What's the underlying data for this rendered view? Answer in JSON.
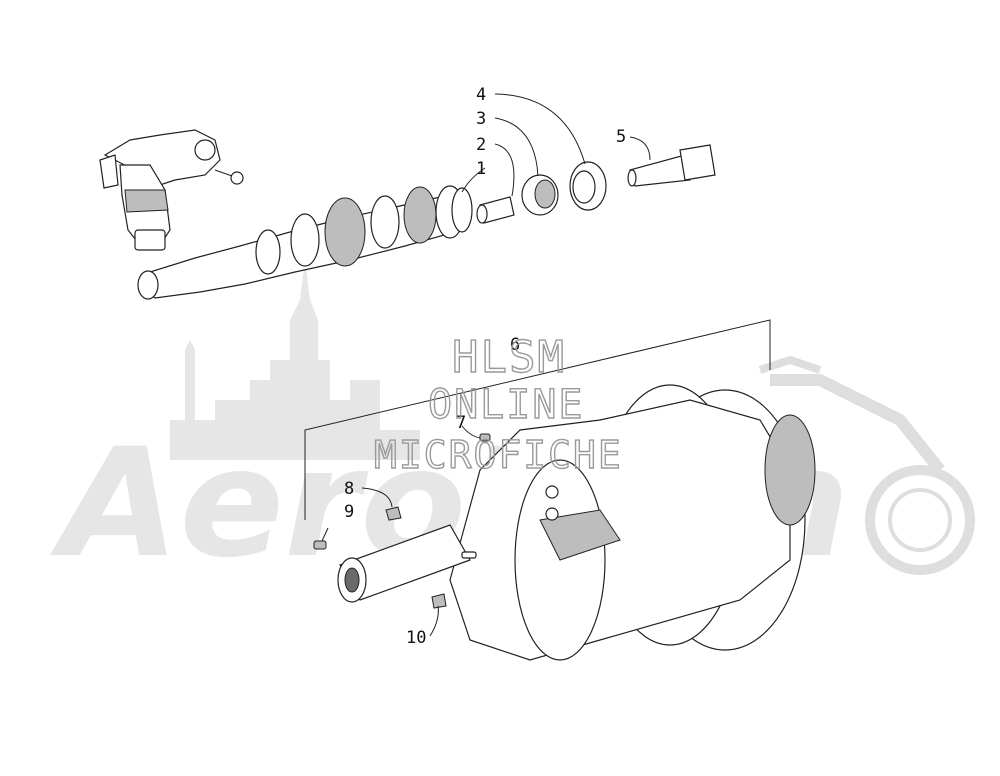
{
  "callouts": [
    {
      "id": "c1",
      "label": "1"
    },
    {
      "id": "c2",
      "label": "2"
    },
    {
      "id": "c3",
      "label": "3"
    },
    {
      "id": "c4",
      "label": "4"
    },
    {
      "id": "c5",
      "label": "5"
    },
    {
      "id": "c6",
      "label": "6"
    },
    {
      "id": "c7",
      "label": "7"
    },
    {
      "id": "c8",
      "label": "8"
    },
    {
      "id": "c9",
      "label": "9"
    },
    {
      "id": "c10",
      "label": "10"
    }
  ],
  "watermark": {
    "line1": "HLSM",
    "line2": "ONLINE",
    "line3": "MICROFICHE"
  },
  "logo": {
    "text": "AeroRam"
  },
  "colors": {
    "ink": "#222222",
    "watermark": "#9a9a9a",
    "logo_bg": "#e6e6e6"
  }
}
